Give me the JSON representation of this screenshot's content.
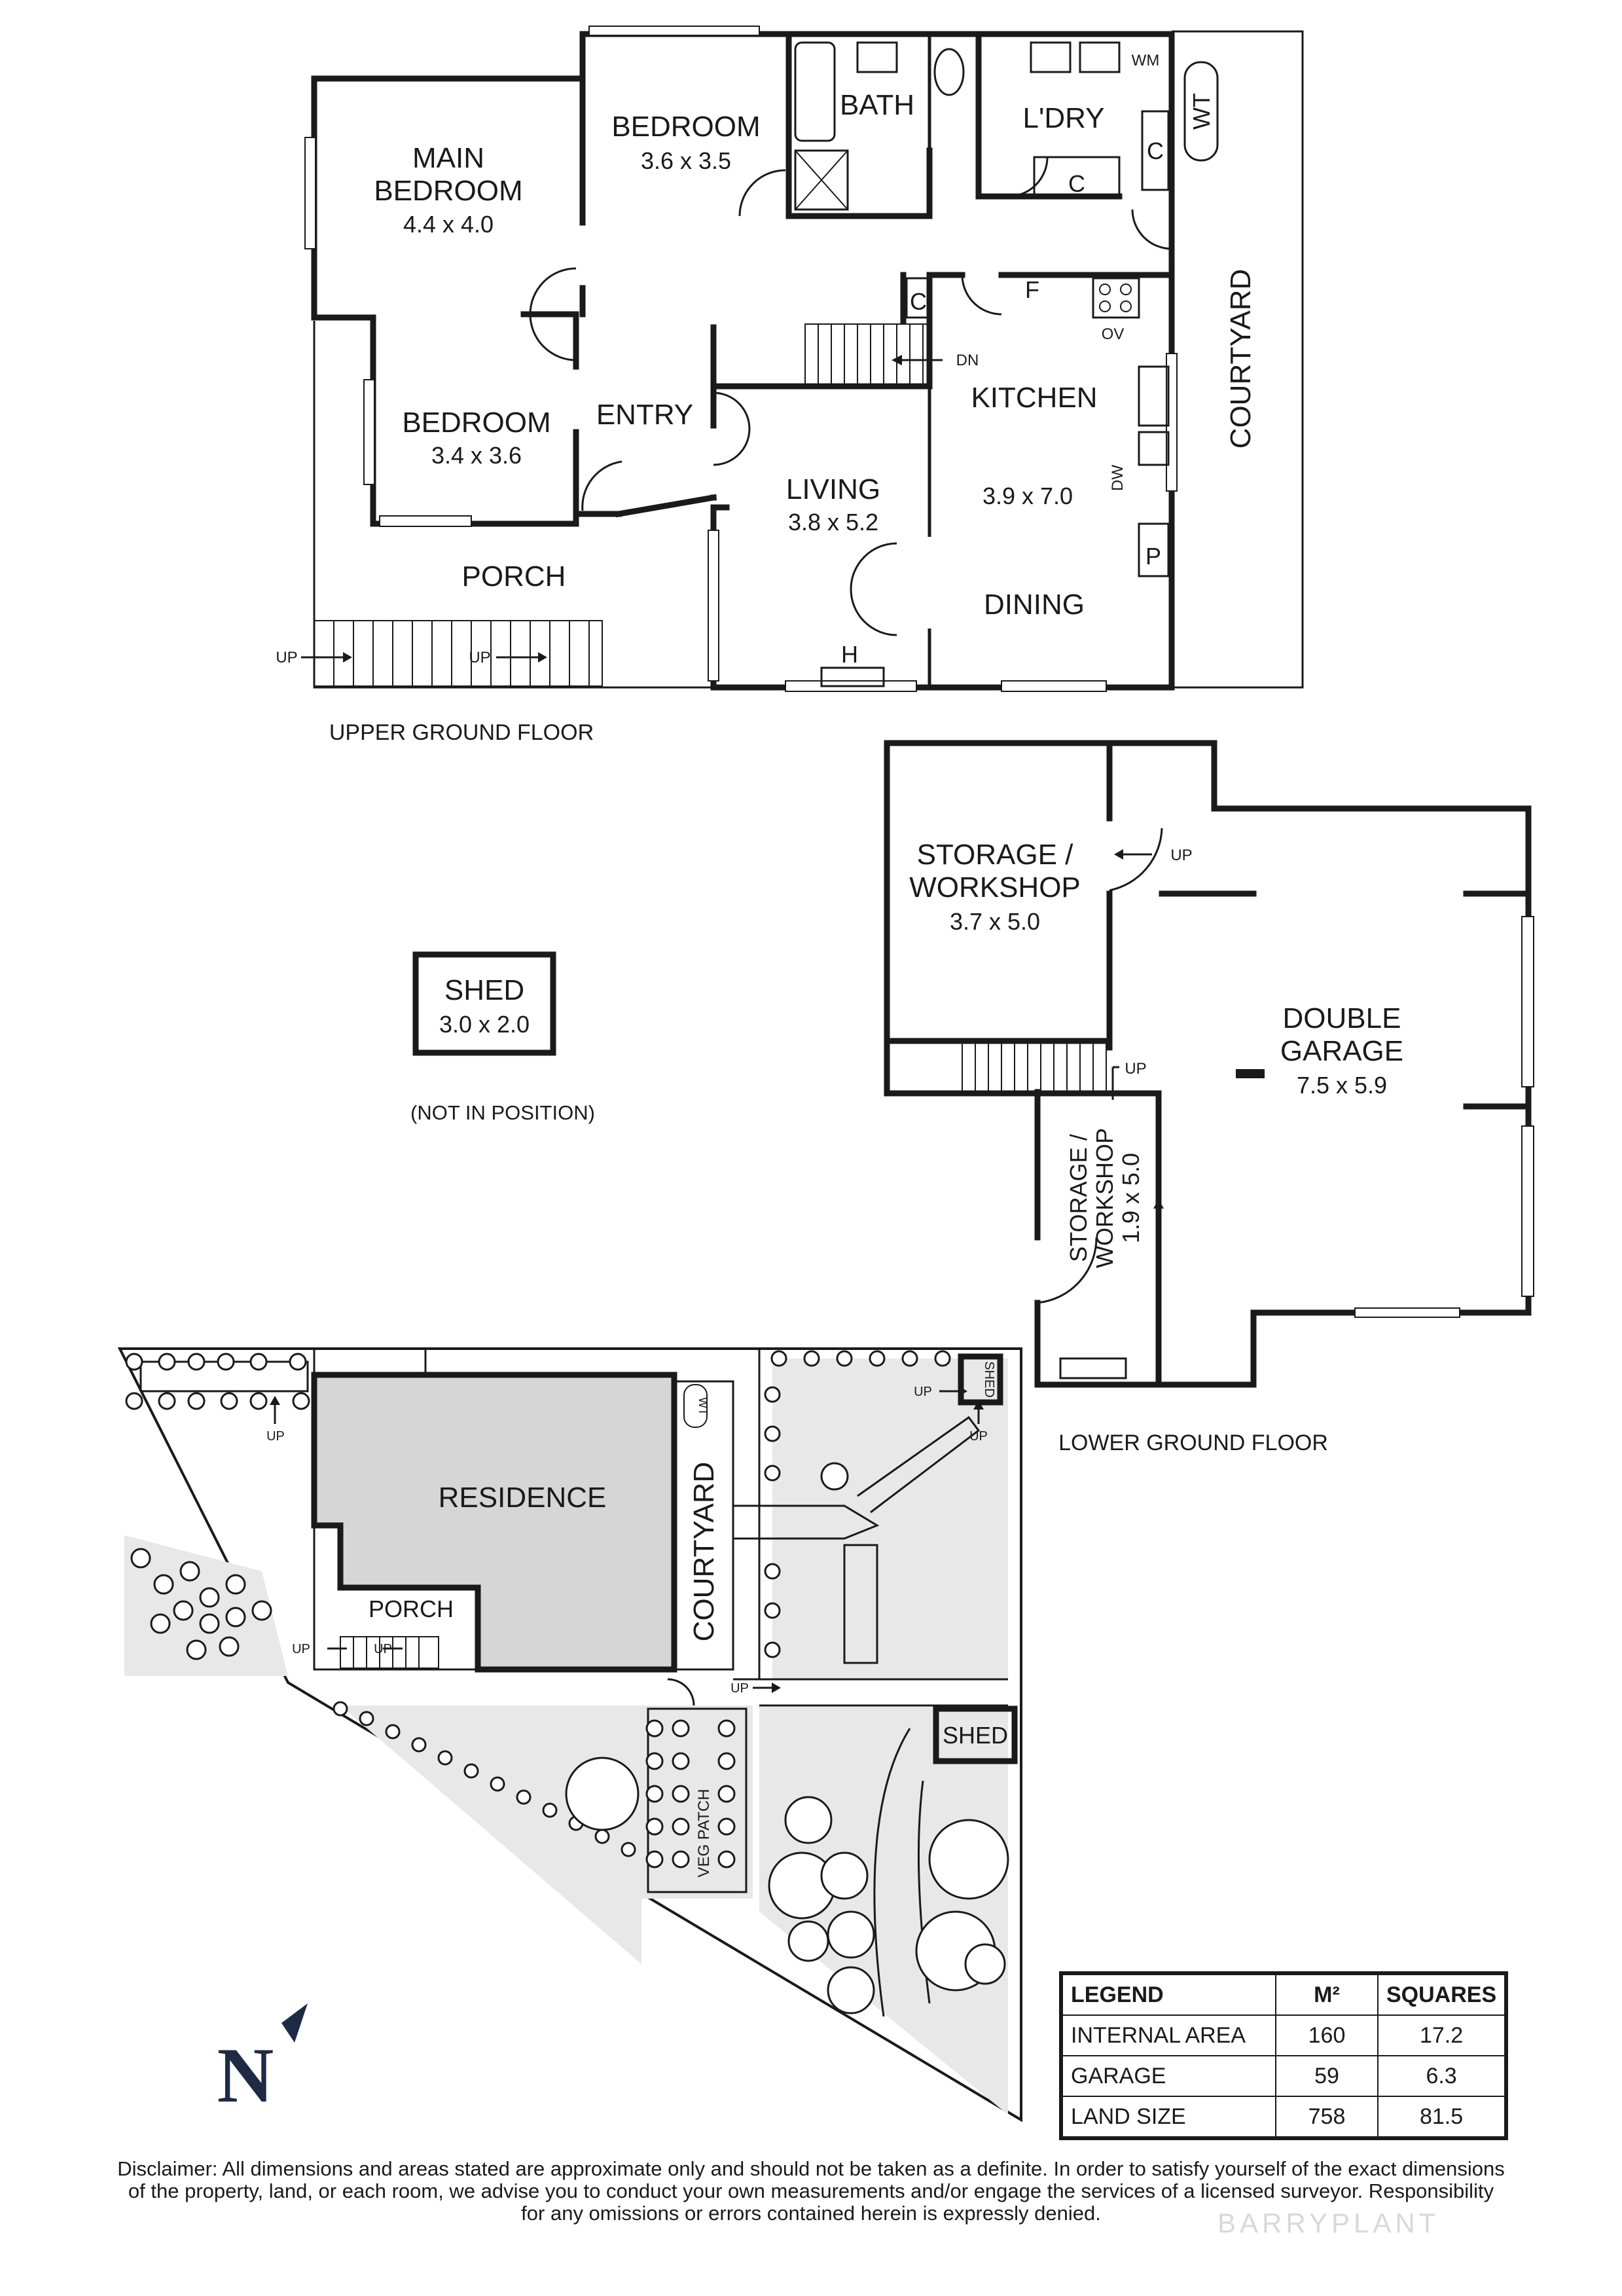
{
  "upper_floor": {
    "label": "UPPER GROUND FLOOR",
    "rooms": {
      "main_bedroom": {
        "name_line1": "MAIN",
        "name_line2": "BEDROOM",
        "dims": "4.4 x 4.0"
      },
      "bedroom_2": {
        "name": "BEDROOM",
        "dims": "3.6 x 3.5"
      },
      "bedroom_3": {
        "name": "BEDROOM",
        "dims": "3.4 x 3.6"
      },
      "bath": {
        "name": "BATH"
      },
      "laundry": {
        "name": "L'DRY"
      },
      "entry": {
        "name": "ENTRY"
      },
      "living": {
        "name": "LIVING",
        "dims": "3.8 x 5.2"
      },
      "kitchen": {
        "name": "KITCHEN",
        "dims": "3.9 x 7.0"
      },
      "dining": {
        "name": "DINING"
      },
      "porch": {
        "name": "PORCH"
      },
      "courtyard": {
        "name": "COURTYARD"
      }
    },
    "fixtures": {
      "wm": "WM",
      "wt": "WT",
      "c": "C",
      "f": "F",
      "ov": "OV",
      "dw": "DW",
      "p": "P",
      "h": "H",
      "dn": "DN",
      "up": "UP"
    }
  },
  "lower_floor": {
    "label": "LOWER GROUND FLOOR",
    "rooms": {
      "storage_workshop_1": {
        "name_line1": "STORAGE /",
        "name_line2": "WORKSHOP",
        "dims": "3.7 x 5.0"
      },
      "double_garage": {
        "name_line1": "DOUBLE",
        "name_line2": "GARAGE",
        "dims": "7.5 x 5.9"
      },
      "storage_workshop_2": {
        "name_line1": "STORAGE /",
        "name_line2": "WORKSHOP",
        "dims": "1.9 x 5.0"
      }
    },
    "up": "UP"
  },
  "shed": {
    "name": "SHED",
    "dims": "3.0 x 2.0",
    "note": "(NOT IN POSITION)"
  },
  "site_plan": {
    "residence": "RESIDENCE",
    "courtyard": "COURTYARD",
    "porch": "PORCH",
    "wt": "WT",
    "shed": "SHED",
    "veg_patch": "VEG PATCH",
    "up": "UP"
  },
  "north": "N",
  "legend": {
    "headers": [
      "LEGEND",
      "M²",
      "SQUARES"
    ],
    "rows": [
      {
        "label": "INTERNAL AREA",
        "m2": "160",
        "squares": "17.2"
      },
      {
        "label": "GARAGE",
        "m2": "59",
        "squares": "6.3"
      },
      {
        "label": "LAND SIZE",
        "m2": "758",
        "squares": "81.5"
      }
    ]
  },
  "disclaimer": {
    "line1": "Disclaimer: All dimensions and areas stated are approximate only and should not be taken as a definite. In order to satisfy yourself of the exact dimensions",
    "line2": "of the property, land, or each room, we advise you to conduct your own measurements and/or engage the services of a licensed surveyor. Responsibility",
    "line3": "for any omissions or errors contained herein is expressly denied."
  },
  "watermark": "BARRYPLANT"
}
